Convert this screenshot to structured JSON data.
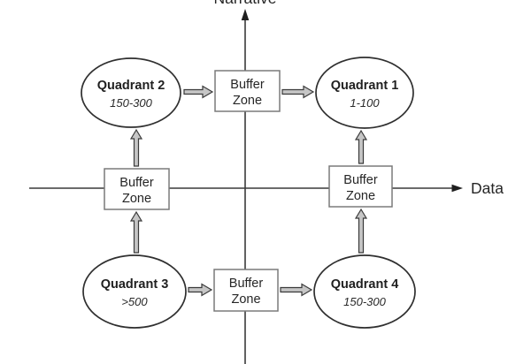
{
  "figure": {
    "axes": {
      "vertical_label": "Narrative",
      "horizontal_label": "Data"
    },
    "nodes": {
      "top_left": {
        "title": "Quadrant 2",
        "range": "150-300"
      },
      "top_right": {
        "title": "Quadrant 1",
        "range": "1-100"
      },
      "bottom_left": {
        "title": "Quadrant 3",
        "range": ">500"
      },
      "bottom_right": {
        "title": "Quadrant 4",
        "range": "150-300"
      }
    },
    "buffer_zones": {
      "top": {
        "line1": "Buffer",
        "line2": "Zone"
      },
      "left": {
        "line1": "Buffer",
        "line2": "Zone"
      },
      "right": {
        "line1": "Buffer",
        "line2": "Zone"
      },
      "bottom": {
        "line1": "Buffer",
        "line2": "Zone"
      }
    },
    "colors": {
      "background": "#ffffff",
      "ellipse_stroke": "#2f2f2f",
      "box_stroke": "#7a7a7a",
      "axis_stroke": "#3a3a3a",
      "arrow_fill": "#c6c6c6",
      "arrow_stroke": "#3a3a3a",
      "text": "#1f1f1f"
    }
  }
}
